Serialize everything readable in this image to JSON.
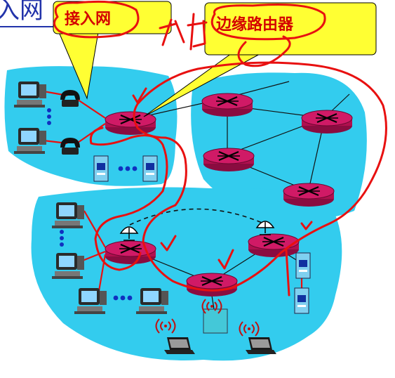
{
  "title_fragment": "入网",
  "callouts": {
    "access_network": "接入网",
    "edge_router": "边缘路由器"
  },
  "handwriting": {
    "annotation": "核心"
  },
  "icons": {
    "router": "router-icon",
    "desktop": "desktop-computer-icon",
    "telephone": "telephone-icon",
    "server": "server-icon",
    "satellite_dish": "satellite-dish-icon",
    "laptop": "laptop-icon",
    "base_station": "wireless-base-station-icon",
    "wireless": "wireless-signal-icon"
  },
  "colors": {
    "network_fill": "#33ccee",
    "router_fill": "#c8135f",
    "callout_fill": "#ffff33",
    "annotation_red": "#e81010",
    "title_blue": "#2233aa"
  }
}
